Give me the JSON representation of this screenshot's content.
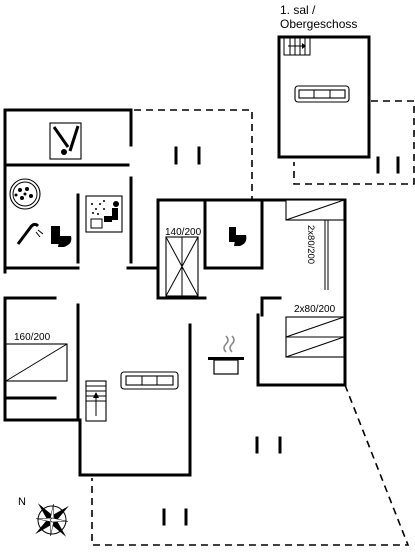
{
  "upper_floor_label": [
    "1. sal /",
    "Obergeschoss"
  ],
  "bed_labels": [
    "140/200",
    "2x80/200",
    "2x80/200",
    "160/200"
  ],
  "compass_letter": "N"
}
